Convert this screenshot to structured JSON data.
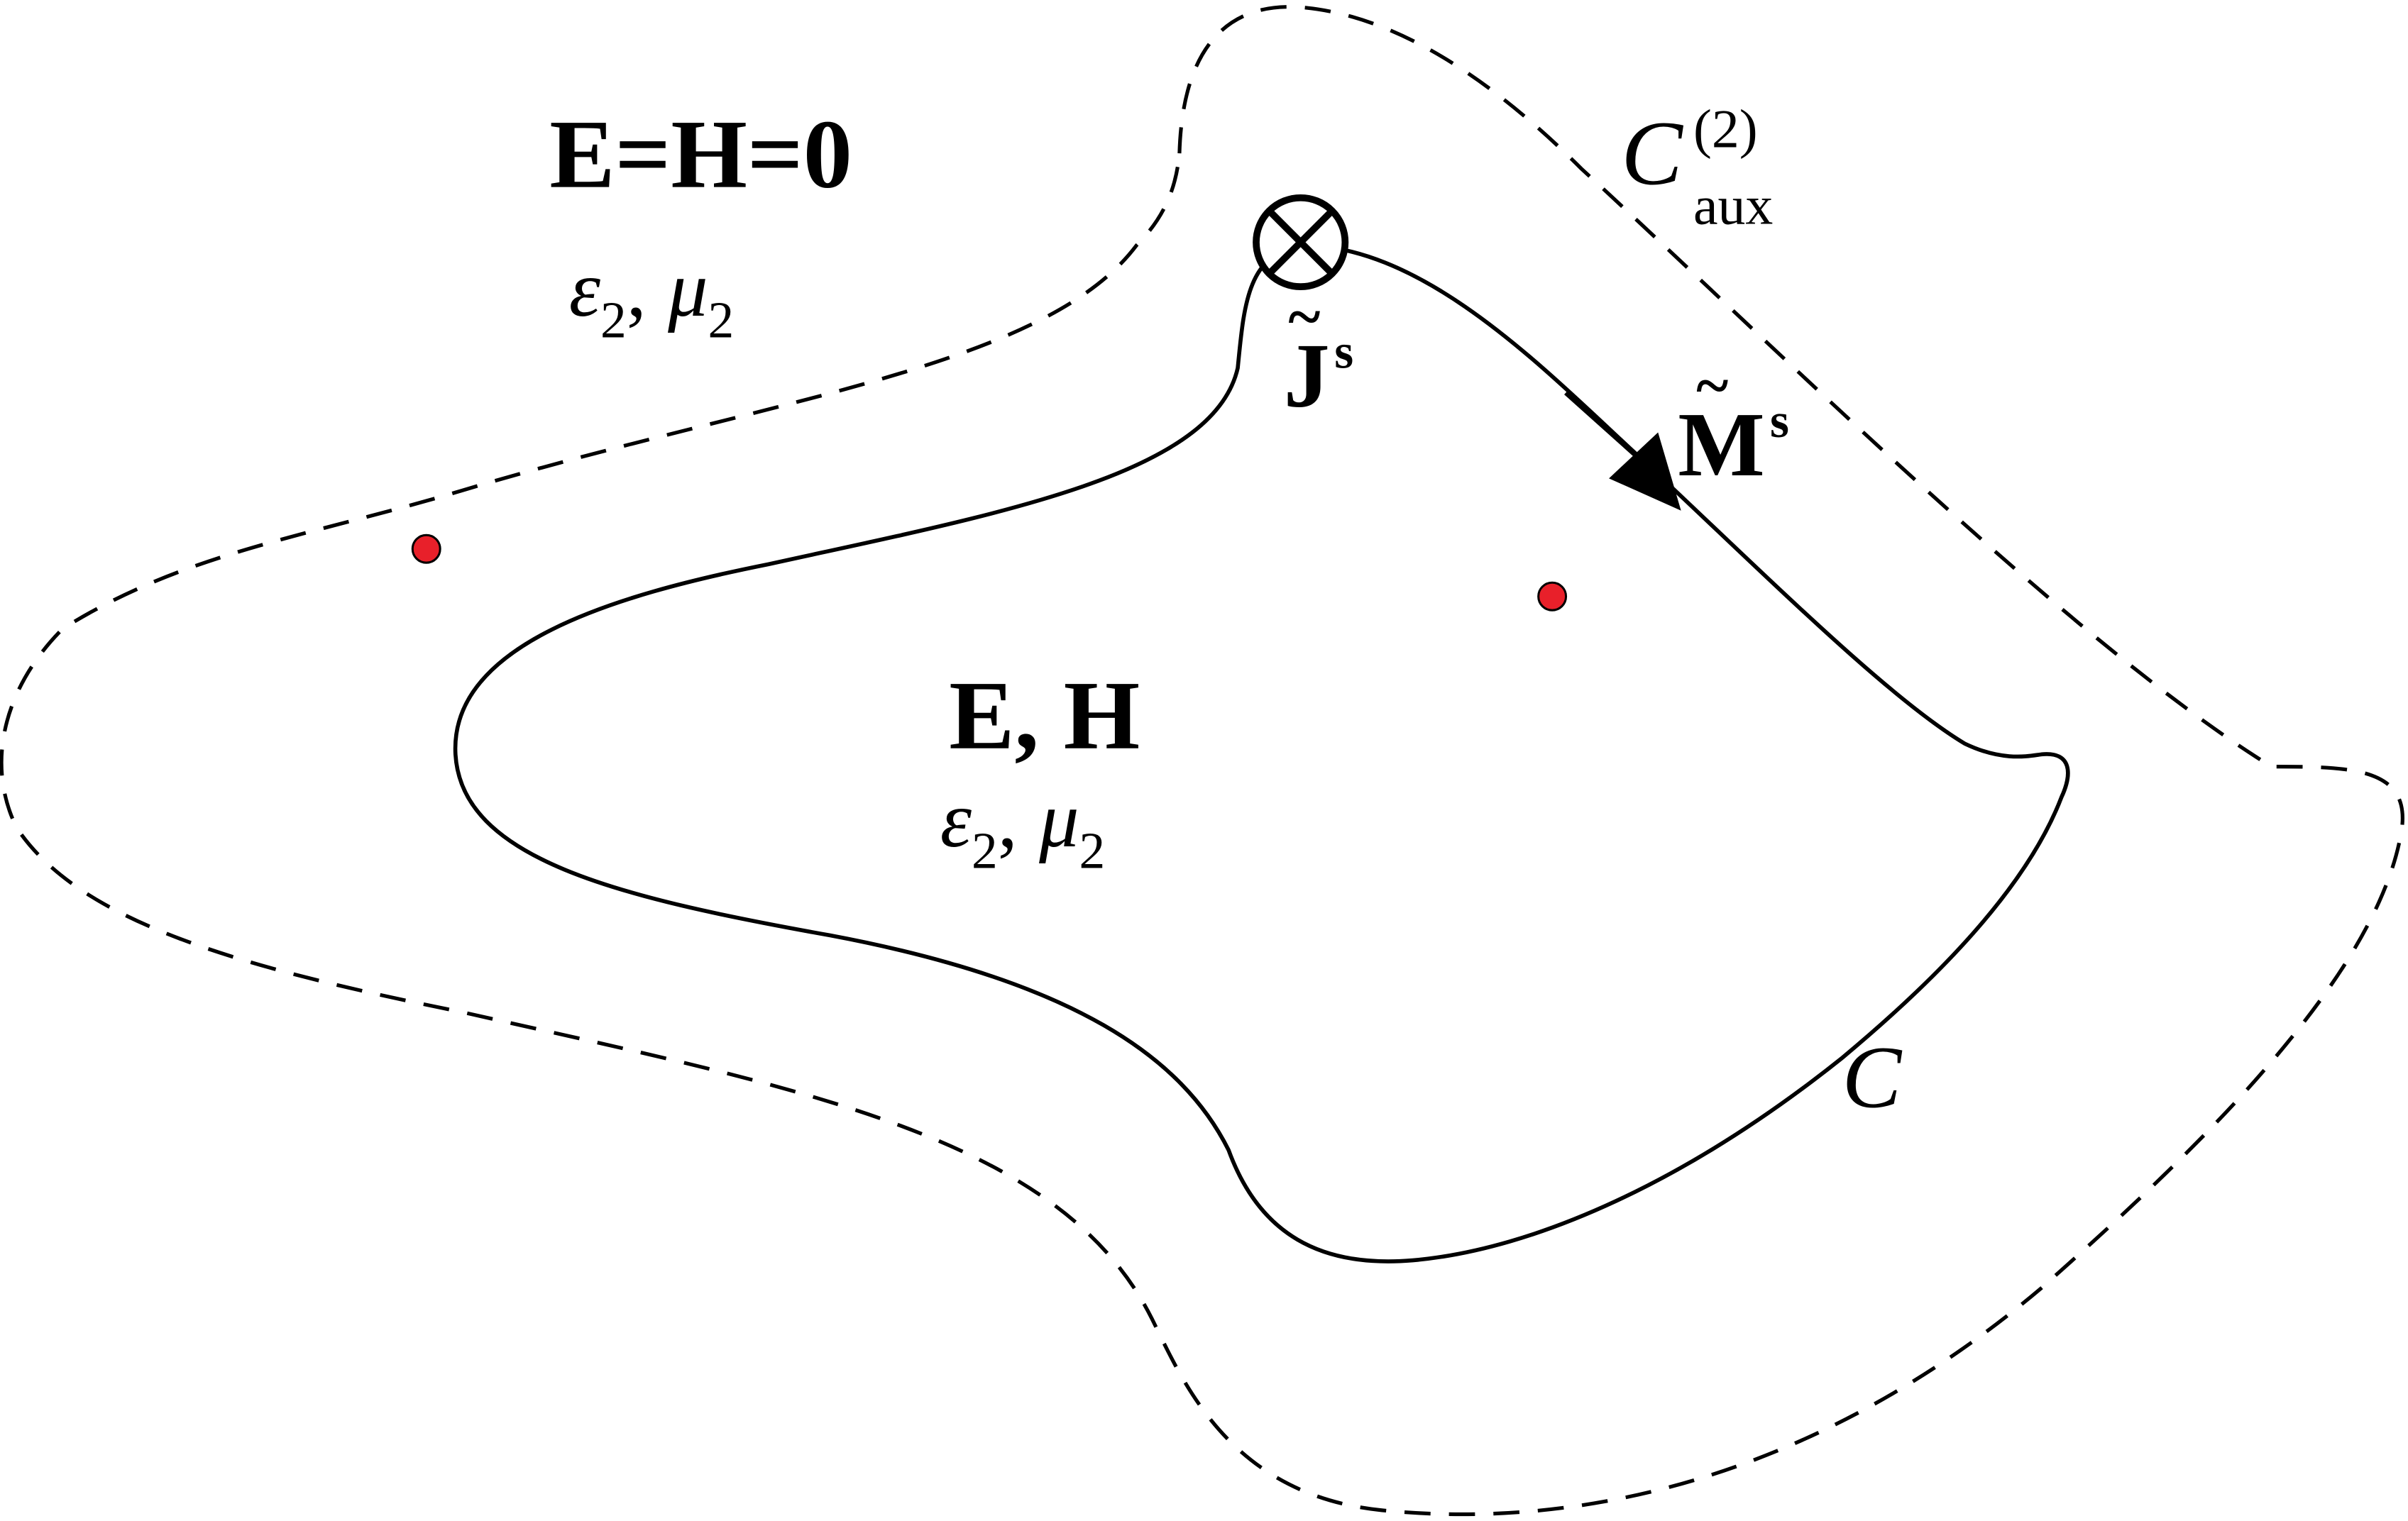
{
  "outer_region": {
    "fields_label": "E=H=0",
    "medium_label": {
      "epsilon": "ε",
      "epsilon_sub": "2",
      "separator": ",",
      "mu": "μ",
      "mu_sub": "2"
    }
  },
  "inner_region": {
    "fields_label": "E, H",
    "medium_label": {
      "epsilon": "ε",
      "epsilon_sub": "2",
      "separator": ",",
      "mu": "μ",
      "mu_sub": "2"
    }
  },
  "contour_label": "C",
  "aux_contour_label": {
    "main": "C",
    "superscript": "(2)",
    "subscript": "aux"
  },
  "electric_current_label": {
    "main": "J",
    "tilde": "~",
    "superscript": "s"
  },
  "magnetic_current_label": {
    "main": "M",
    "tilde": "~",
    "superscript": "s"
  },
  "colors": {
    "stroke": "#000000",
    "point_fill": "#e8202a",
    "background": "#ffffff"
  }
}
